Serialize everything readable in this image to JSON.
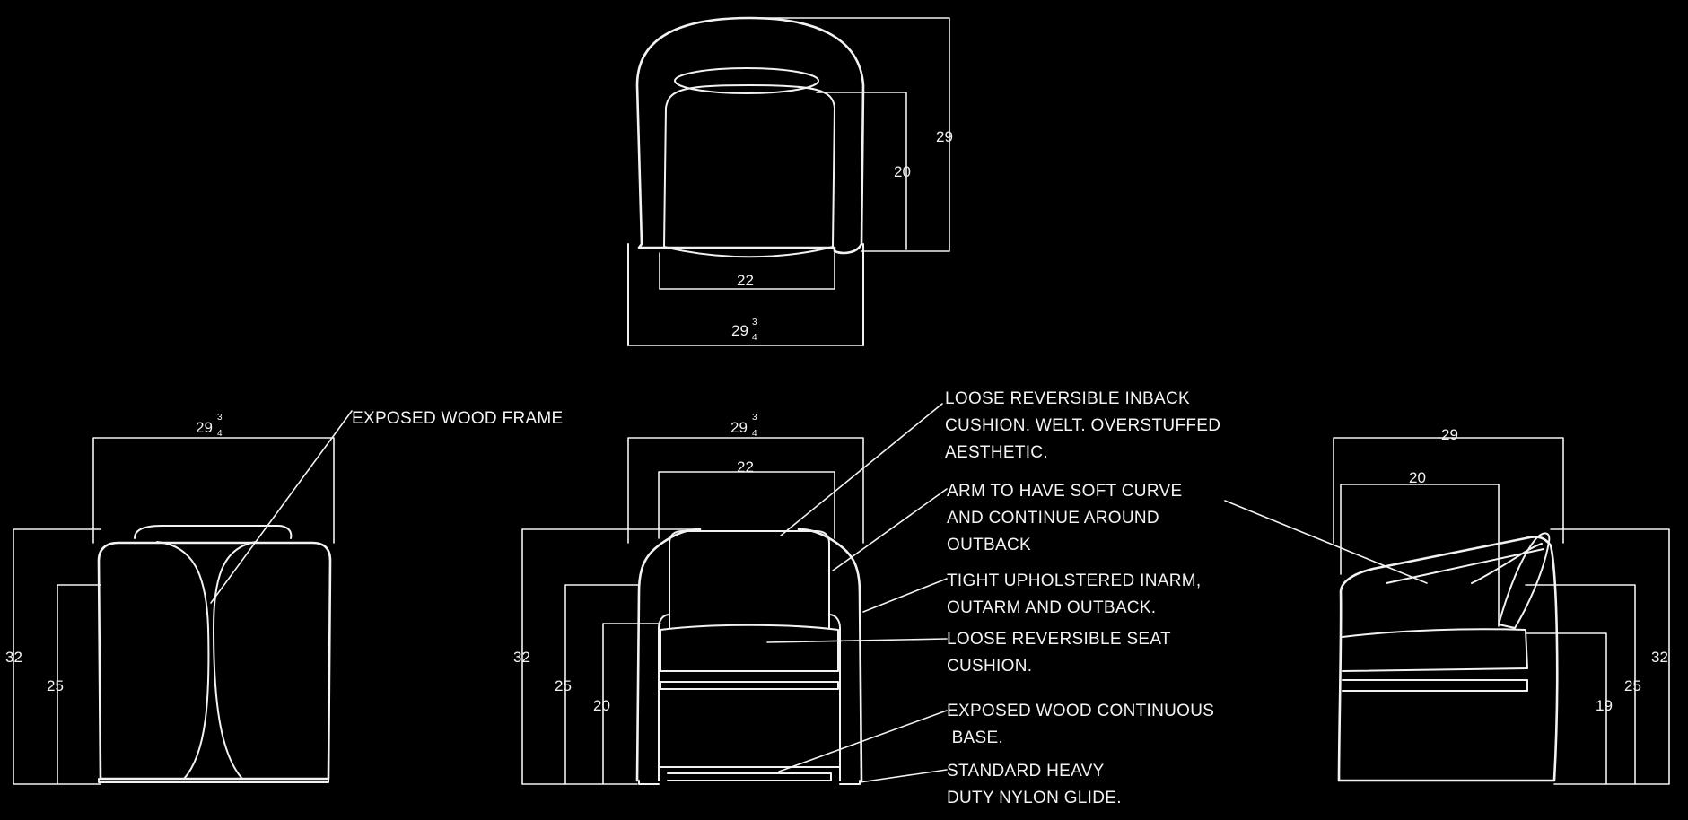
{
  "dimensions": {
    "top": {
      "height": "29",
      "inback_height": "20",
      "inner_width": "22",
      "overall_width_whole": "29",
      "overall_width_fraction": "3/4",
      "overall_width_num": "3",
      "overall_width_den": "4"
    },
    "side_left": {
      "width_whole": "29",
      "width_num": "3",
      "width_den": "4",
      "height": "32",
      "arm_height": "25"
    },
    "front": {
      "width_whole": "29",
      "width_num": "3",
      "width_den": "4",
      "inner_width": "22",
      "height": "32",
      "arm_height": "25",
      "seat_height": "20"
    },
    "side_right": {
      "width": "29",
      "inner_width": "20",
      "height": "32",
      "arm_height": "25",
      "seat_height": "19"
    }
  },
  "notes": {
    "wood_frame": [
      "EXPOSED WOOD FRAME"
    ],
    "inback": [
      "LOOSE REVERSIBLE INBACK",
      "CUSHION. WELT. OVERSTUFFED",
      "AESTHETIC."
    ],
    "arm_curve": [
      "ARM TO HAVE SOFT CURVE",
      "AND CONTINUE AROUND",
      "OUTBACK"
    ],
    "upholstered": [
      "TIGHT UPHOLSTERED INARM,",
      "OUTARM AND OUTBACK."
    ],
    "seat": [
      "LOOSE REVERSIBLE SEAT",
      "CUSHION."
    ],
    "base": [
      "EXPOSED WOOD CONTINUOUS",
      " BASE."
    ],
    "glide": [
      "STANDARD HEAVY",
      "DUTY NYLON GLIDE."
    ]
  },
  "colors": {
    "background": "#000000",
    "line": "#f2f2f2"
  }
}
